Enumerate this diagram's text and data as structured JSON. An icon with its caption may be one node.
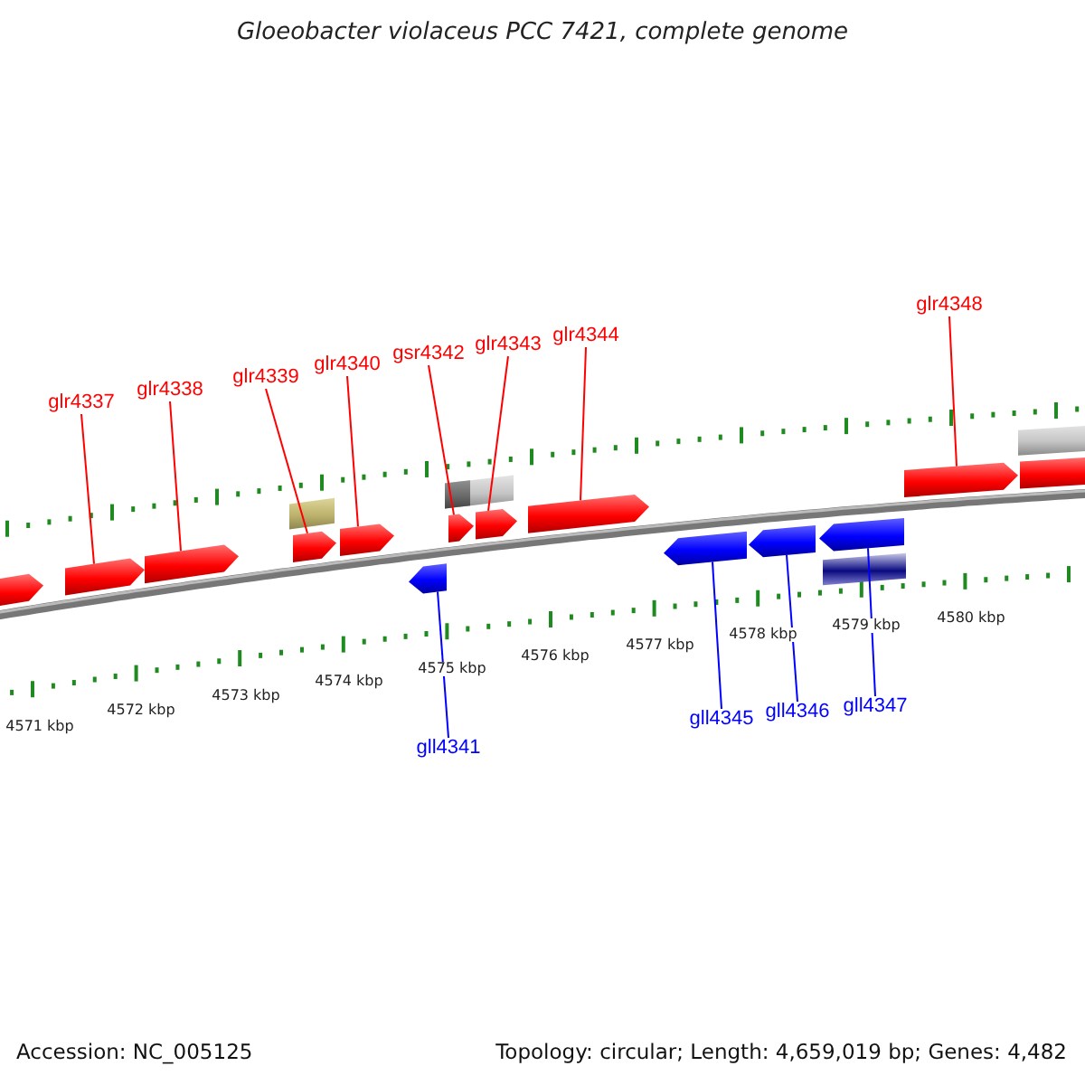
{
  "diagram": {
    "title": "Gloeobacter violaceus PCC 7421, complete genome",
    "nodes": [
      {
        "text": [
          "glr4337"
        ]
      },
      {
        "text": [
          "glr4338"
        ]
      },
      {
        "text": [
          "glr4339"
        ]
      },
      {
        "text": [
          "glr4340"
        ]
      },
      {
        "text": [
          "gsr4342"
        ]
      },
      {
        "text": [
          "glr4343"
        ]
      },
      {
        "text": [
          "glr4344"
        ]
      },
      {
        "text": [
          "glr4348"
        ]
      },
      {
        "text": [
          "gll4341"
        ]
      },
      {
        "text": [
          "gll4345"
        ]
      },
      {
        "text": [
          "gll4346"
        ]
      },
      {
        "text": [
          "gll4347"
        ]
      },
      {
        "text": [],
        "shape": "pentagon"
      },
      {
        "text": [],
        "shape": "pentagon"
      },
      {
        "text": [],
        "shape": "pentagon"
      },
      {
        "text": [],
        "shape": "pentagon"
      },
      {
        "text": [],
        "shape": "pentagon"
      },
      {
        "text": [],
        "shape": "pentagon"
      },
      {
        "text": [],
        "shape": "pentagon"
      },
      {
        "text": [],
        "shape": "pentagon"
      },
      {
        "text": [],
        "shape": "pentagon"
      },
      {
        "text": [],
        "shape": "pentagon"
      },
      {
        "text": [],
        "shape": "pentagon"
      },
      {
        "text": [],
        "shape": "pentagon"
      },
      {
        "text": [],
        "shape": "pentagon"
      },
      {
        "text": [],
        "shape": "pentagon"
      }
    ],
    "edges": [
      {
        "from": 0,
        "to": 13,
        "arrow": "none"
      },
      {
        "from": 1,
        "to": 14,
        "arrow": "none"
      },
      {
        "from": 2,
        "to": 15,
        "arrow": "none"
      },
      {
        "from": 3,
        "to": 16,
        "arrow": "none"
      },
      {
        "from": 4,
        "to": 18,
        "arrow": "none"
      },
      {
        "from": 5,
        "to": 19,
        "arrow": "none"
      },
      {
        "from": 6,
        "to": 20,
        "arrow": "none"
      },
      {
        "from": 7,
        "to": 24,
        "arrow": "none"
      },
      {
        "from": 8,
        "to": 17,
        "arrow": "none",
        "color": "#0000ff"
      },
      {
        "from": 9,
        "to": 21,
        "arrow": "none",
        "color": "#0000ff"
      },
      {
        "from": 10,
        "to": 22,
        "arrow": "none",
        "color": "#0000ff"
      },
      {
        "from": 11,
        "to": 23,
        "arrow": "none",
        "color": "#0000ff"
      }
    ],
    "labels": [
      "4571 kbp",
      "4572 kbp",
      "4573 kbp",
      "4574 kbp",
      "4575 kbp",
      "4576 kbp",
      "4577 kbp",
      "4578 kbp",
      "4579 kbp",
      "4580 kbp",
      "Accession: NC_005125",
      "Topology: circular; Length: 4,659,019 bp; Genes: 4,482"
    ]
  }
}
